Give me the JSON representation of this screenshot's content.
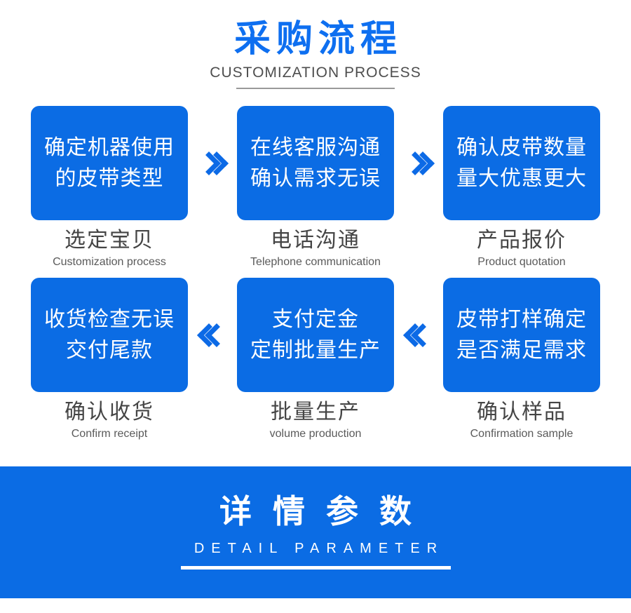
{
  "header": {
    "title": "采购流程",
    "subtitle": "CUSTOMIZATION PROCESS"
  },
  "flow": {
    "rows": [
      {
        "direction": "right",
        "steps": [
          {
            "box_line1": "确定机器使用",
            "box_line2": "的皮带类型",
            "label_cn": "选定宝贝",
            "label_en": "Customization process"
          },
          {
            "box_line1": "在线客服沟通",
            "box_line2": "确认需求无误",
            "label_cn": "电话沟通",
            "label_en": "Telephone communication"
          },
          {
            "box_line1": "确认皮带数量",
            "box_line2": "量大优惠更大",
            "label_cn": "产品报价",
            "label_en": "Product quotation"
          }
        ]
      },
      {
        "direction": "left",
        "steps": [
          {
            "box_line1": "收货检查无误",
            "box_line2": "交付尾款",
            "label_cn": "确认收货",
            "label_en": "Confirm receipt"
          },
          {
            "box_line1": "支付定金",
            "box_line2": "定制批量生产",
            "label_cn": "批量生产",
            "label_en": "volume production"
          },
          {
            "box_line1": "皮带打样确定",
            "box_line2": "是否满足需求",
            "label_cn": "确认样品",
            "label_en": "Confirmation sample"
          }
        ]
      }
    ]
  },
  "footer": {
    "title": "详情参数",
    "subtitle": "DETAIL PARAMETER"
  },
  "colors": {
    "title_blue": "#0e6ff0",
    "primary_blue": "#0b6ce4",
    "footer_blue": "#0b6ce4",
    "arrow_blue": "#0c6ae6",
    "heading_gray": "#454545",
    "subtext_gray": "#5a5a5a",
    "divider_gray": "#999999"
  }
}
